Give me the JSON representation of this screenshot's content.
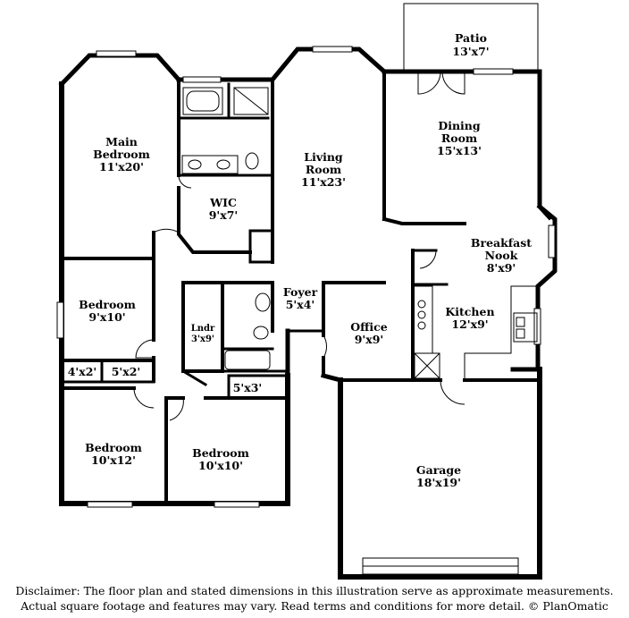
{
  "rooms": {
    "patio": {
      "name": "Patio",
      "dim": "13'x7'"
    },
    "dining": {
      "name1": "Dining",
      "name2": "Room",
      "dim": "15'x13'"
    },
    "main_bedroom": {
      "name1": "Main",
      "name2": "Bedroom",
      "dim": "11'x20'"
    },
    "living": {
      "name1": "Living",
      "name2": "Room",
      "dim": "11'x23'"
    },
    "wic": {
      "name": "WIC",
      "dim": "9'x7'"
    },
    "breakfast": {
      "name1": "Breakfast",
      "name2": "Nook",
      "dim": "8'x9'"
    },
    "bedroom_2": {
      "name": "Bedroom",
      "dim": "9'x10'"
    },
    "foyer": {
      "name": "Foyer",
      "dim": "5'x4'"
    },
    "laundry": {
      "name": "Lndr",
      "dim": "3'x9'"
    },
    "office": {
      "name": "Office",
      "dim": "9'x9'"
    },
    "kitchen": {
      "name": "Kitchen",
      "dim": "12'x9'"
    },
    "closet_a": {
      "dim": "4'x2'"
    },
    "closet_b": {
      "dim": "5'x2'"
    },
    "closet_c": {
      "dim": "5'x3'"
    },
    "bedroom_3": {
      "name": "Bedroom",
      "dim": "10'x12'"
    },
    "bedroom_4": {
      "name": "Bedroom",
      "dim": "10'x10'"
    },
    "garage": {
      "name": "Garage",
      "dim": "18'x19'"
    }
  },
  "disclaimer": {
    "line1": "Disclaimer: The floor plan and stated dimensions in this illustration serve as approximate measurements.",
    "line2": "Actual square footage and features may vary. Read terms and conditions for more detail. © PlanOmatic"
  }
}
